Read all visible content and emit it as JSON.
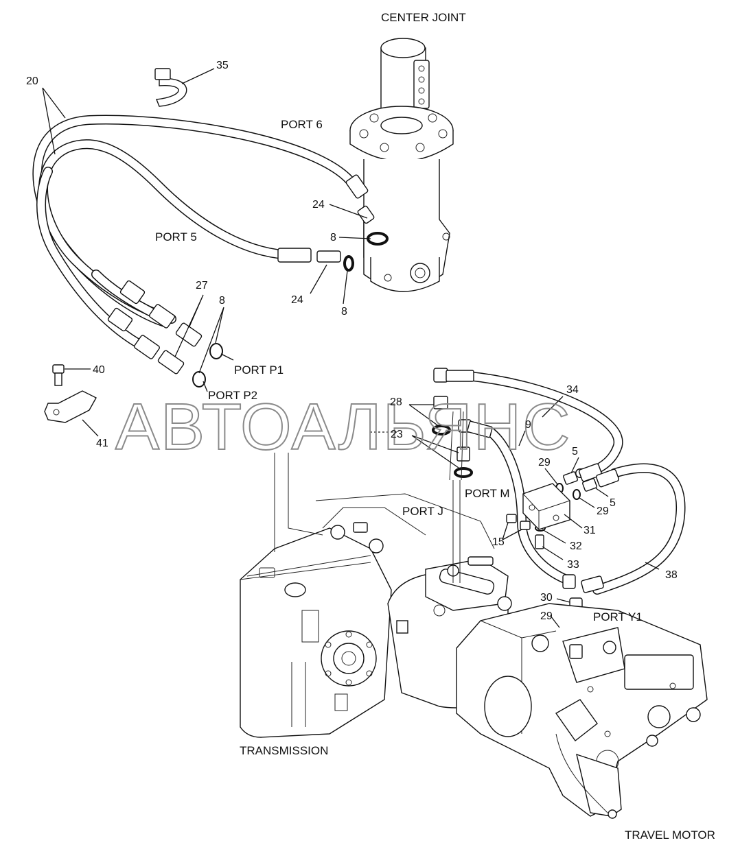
{
  "labels": {
    "center_joint": "CENTER JOINT",
    "port_6": "PORT 6",
    "port_5": "PORT 5",
    "port_p1": "PORT P1",
    "port_p2": "PORT P2",
    "port_m": "PORT M",
    "port_j": "PORT J",
    "port_y1": "PORT Y1",
    "transmission": "TRANSMISSION",
    "travel_motor": "TRAVEL MOTOR"
  },
  "callouts": {
    "c35": "35",
    "c20": "20",
    "c24a": "24",
    "c24b": "24",
    "c8a": "8",
    "c8b": "8",
    "c8c": "8",
    "c27": "27",
    "c40": "40",
    "c41": "41",
    "c28": "28",
    "c23": "23",
    "c34": "34",
    "c9": "9",
    "c5a": "5",
    "c5b": "5",
    "c29a": "29",
    "c29b": "29",
    "c29c": "29",
    "c31": "31",
    "c32": "32",
    "c33": "33",
    "c15": "15",
    "c30": "30",
    "c38": "38"
  },
  "watermark": "АВТОАЛЬЯНС"
}
